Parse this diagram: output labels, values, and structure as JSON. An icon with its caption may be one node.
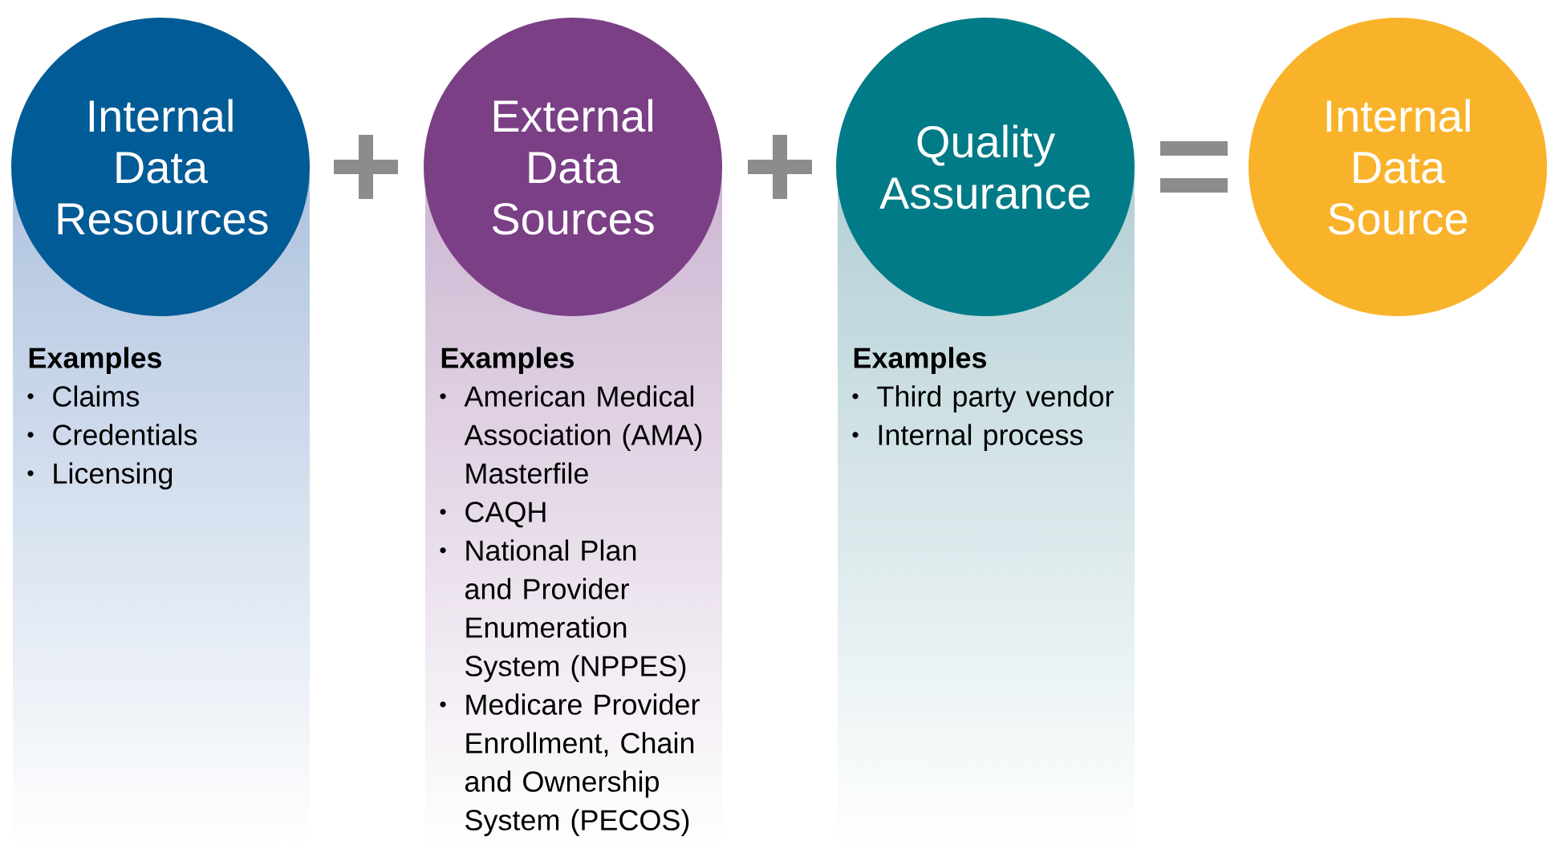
{
  "diagram": {
    "nodes": [
      {
        "text": [
          "Internal Data Resources"
        ]
      },
      {
        "text": [
          "Examples",
          "Claims",
          "Credentials",
          "Licensing"
        ]
      },
      {
        "text": [
          "External Data Sources"
        ]
      },
      {
        "text": [
          "Examples",
          "American Medical Association (AMA) Masterfile",
          "CAQH",
          "National Plan and Provider Enumeration System (NPPES)",
          "Medicare Provider Enrollment, Chain and Ownership System (PECOS)"
        ]
      },
      {
        "text": [
          "Quality Assurance"
        ]
      },
      {
        "text": [
          "Examples",
          "Third party vendor",
          "Internal process"
        ]
      },
      {
        "text": [
          "Internal Data Source"
        ]
      }
    ]
  }
}
